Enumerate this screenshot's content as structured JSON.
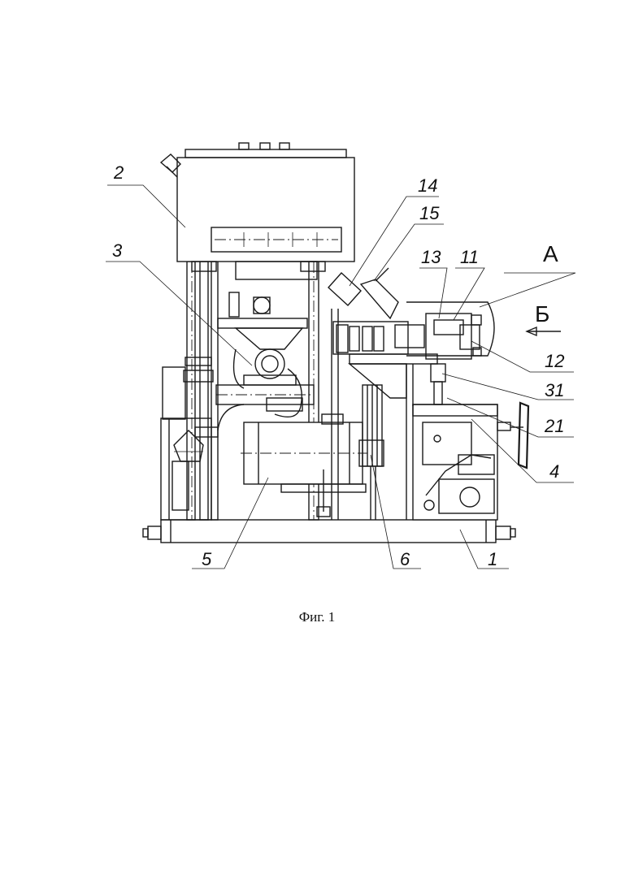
{
  "figure": {
    "caption": "Фиг. 1",
    "view_label": "А",
    "direction_label": "Б",
    "callouts": [
      {
        "id": "1",
        "text": "1"
      },
      {
        "id": "2",
        "text": "2"
      },
      {
        "id": "3",
        "text": "3"
      },
      {
        "id": "4",
        "text": "4"
      },
      {
        "id": "5",
        "text": "5"
      },
      {
        "id": "6",
        "text": "6"
      },
      {
        "id": "11",
        "text": "11"
      },
      {
        "id": "12",
        "text": "12"
      },
      {
        "id": "13",
        "text": "13"
      },
      {
        "id": "14",
        "text": "14"
      },
      {
        "id": "15",
        "text": "15"
      },
      {
        "id": "21",
        "text": "21"
      },
      {
        "id": "31",
        "text": "31"
      }
    ]
  }
}
